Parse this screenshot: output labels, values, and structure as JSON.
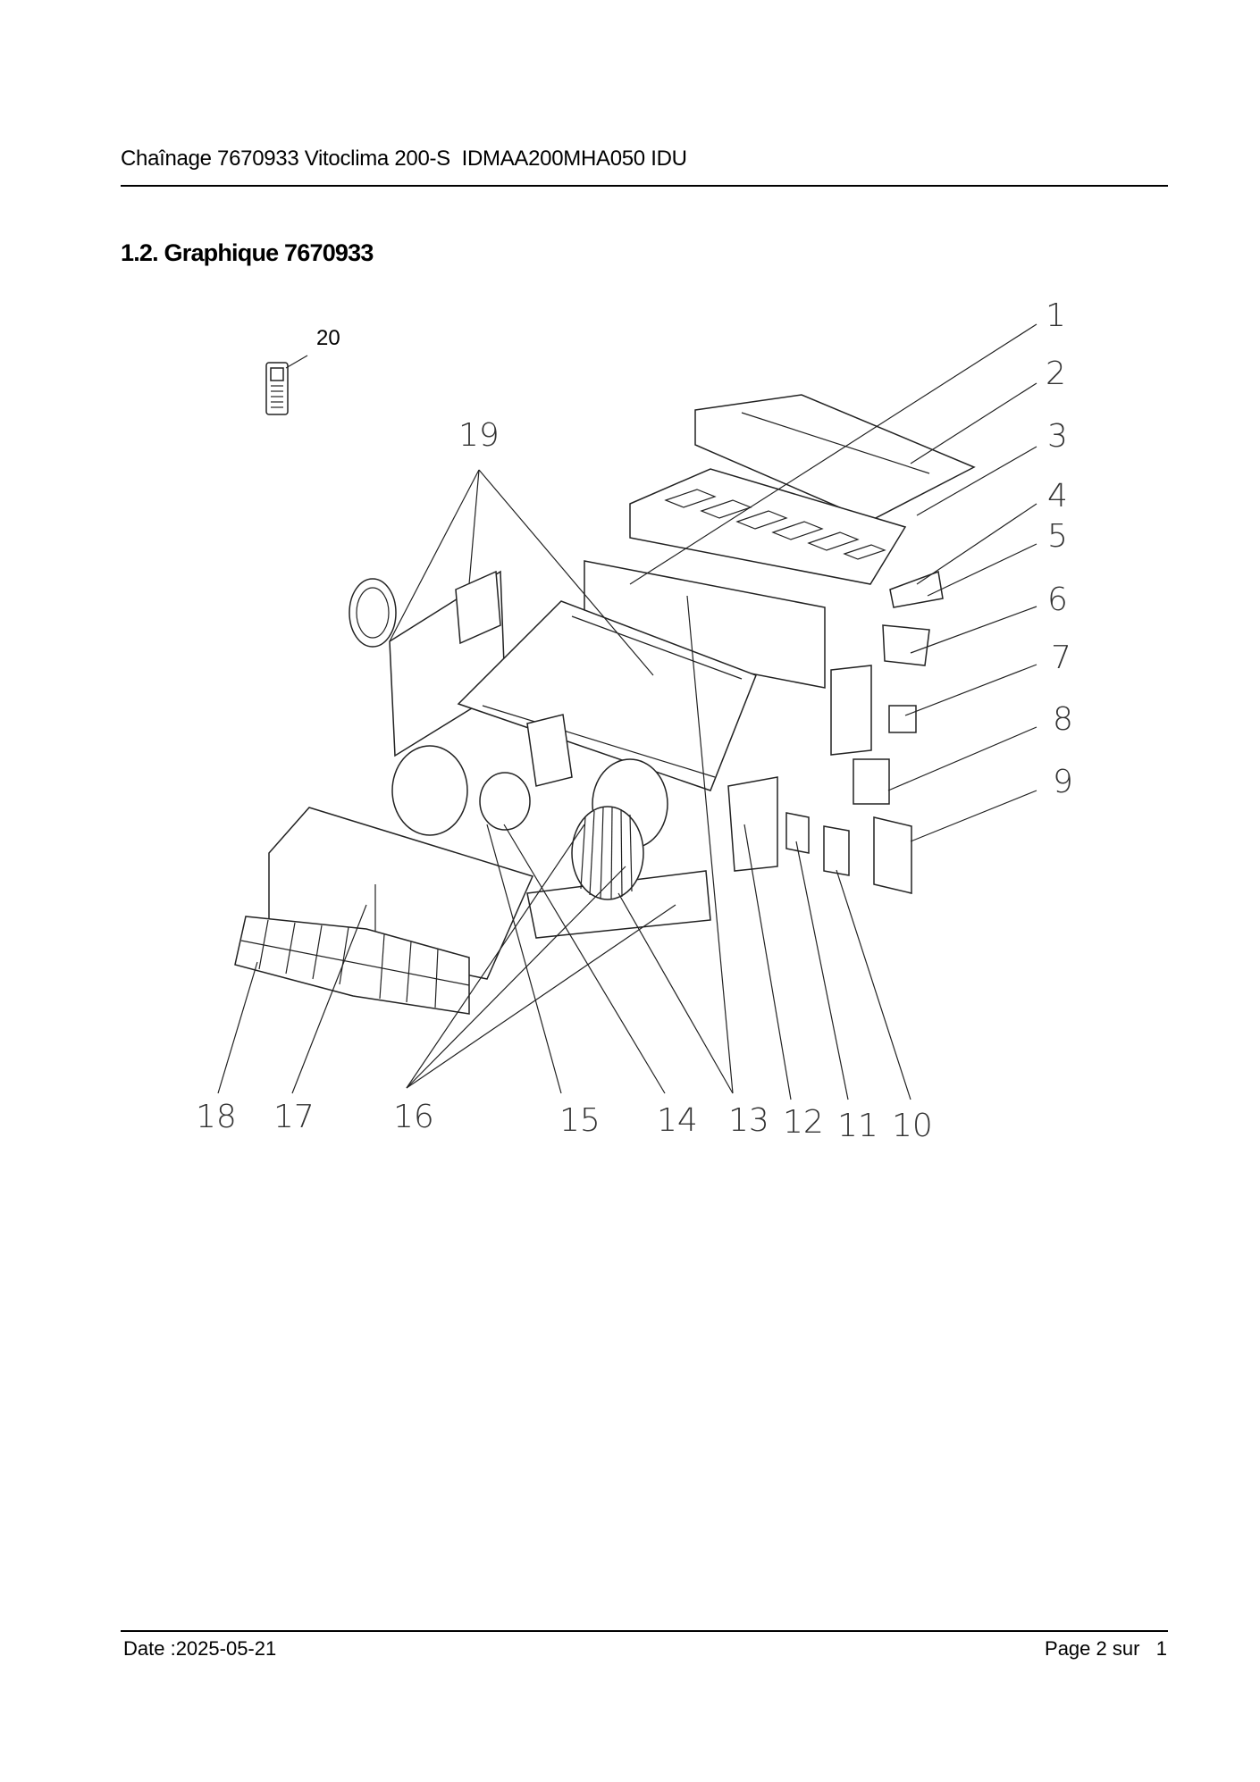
{
  "header": {
    "text": "Chaînage 7670933 Vitoclima 200-S  IDMAA200MHA050 IDU"
  },
  "section_title": "1.2. Graphique 7670933",
  "diagram": {
    "labels": [
      "1",
      "2",
      "3",
      "4",
      "5",
      "6",
      "7",
      "8",
      "9",
      "10",
      "11",
      "12",
      "13",
      "14",
      "15",
      "16",
      "17",
      "18",
      "19",
      "20"
    ]
  },
  "footer": {
    "date": "Date :2025-05-21",
    "page": "Page 2 sur   1"
  }
}
